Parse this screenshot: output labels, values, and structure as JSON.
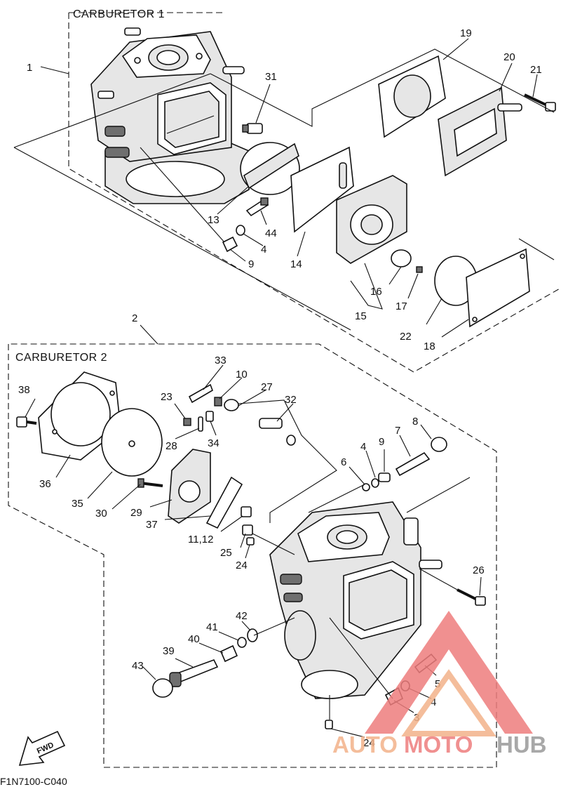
{
  "sections": {
    "carburetor_1": "CARBURETOR 1",
    "carburetor_2": "CARBURETOR 2"
  },
  "drawing_code": "F1N7100-C040",
  "fwd_label": "FWD",
  "callouts": {
    "c1": "1",
    "c2": "2",
    "c3": "3",
    "c4a": "4",
    "c4b": "4",
    "c4c": "4",
    "c5": "5",
    "c6": "6",
    "c7": "7",
    "c8": "8",
    "c9a": "9",
    "c9b": "9",
    "c10": "10",
    "c11_12": "11,12",
    "c13": "13",
    "c14": "14",
    "c15": "15",
    "c16": "16",
    "c17": "17",
    "c18": "18",
    "c19": "19",
    "c20": "20",
    "c21": "21",
    "c22": "22",
    "c23": "23",
    "c24a": "24",
    "c24b": "24",
    "c25": "25",
    "c26": "26",
    "c27": "27",
    "c28": "28",
    "c29": "29",
    "c30": "30",
    "c31": "31",
    "c32": "32",
    "c33": "33",
    "c34": "34",
    "c35": "35",
    "c36": "36",
    "c37": "37",
    "c38": "38",
    "c39": "39",
    "c40": "40",
    "c41": "41",
    "c42": "42",
    "c43": "43",
    "c44": "44"
  },
  "watermark": {
    "part1": "AUTO",
    "part2": "MOTO",
    "part3": "HUB",
    "colors": {
      "orange": "#f3b28a",
      "red": "#ee7d7d",
      "gray": "#9a9a9a"
    }
  }
}
